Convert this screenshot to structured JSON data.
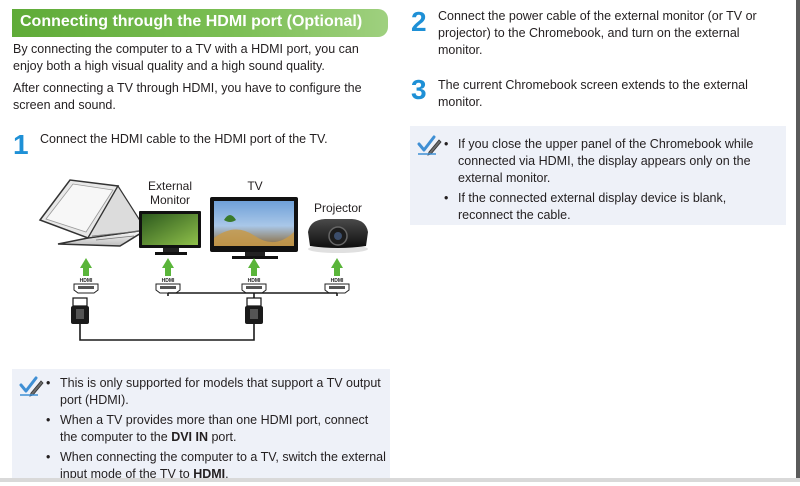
{
  "section": {
    "heading": "Connecting through the HDMI port (Optional)",
    "intro": "By connecting the computer to a TV with a HDMI port, you can enjoy both a high visual quality and a high sound quality.",
    "intro2": "After connecting a TV through HDMI, you have to configure the screen and sound."
  },
  "steps": [
    {
      "number": "1",
      "text": "Connect the HDMI cable to the HDMI port of the TV."
    },
    {
      "number": "2",
      "text": "Connect the power cable of the external monitor (or TV or projector) to the Chromebook, and turn on the external monitor."
    },
    {
      "number": "3",
      "text": "The current Chromebook screen extends to the external monitor."
    }
  ],
  "diagram": {
    "labels": {
      "external_monitor_l1": "External",
      "external_monitor_l2": "Monitor",
      "tv": "TV",
      "projector": "Projector"
    },
    "port_label": "HDMI"
  },
  "note_left": {
    "icon": "note-pencil-icon",
    "items": [
      {
        "text": "This is only supported for models that support a TV output port (HDMI)."
      },
      {
        "pre": "When a TV provides more than one HDMI port, connect the computer to the ",
        "bold": "DVI IN",
        "post": " port."
      },
      {
        "pre": "When connecting the computer to a TV, switch the external input mode of the TV to ",
        "bold": "HDMI",
        "post": "."
      }
    ]
  },
  "note_right": {
    "icon": "note-pencil-icon",
    "items": [
      {
        "text": "If you close the upper panel of the Chromebook while connected via HDMI, the display appears only on the external monitor."
      },
      {
        "text": "If the connected external display device is blank, reconnect the cable."
      }
    ]
  },
  "colors": {
    "heading_green": "#6ab546",
    "step_blue": "#1e90d6",
    "note_bg": "#eef1f8",
    "arrow_green": "#5ab53a"
  }
}
